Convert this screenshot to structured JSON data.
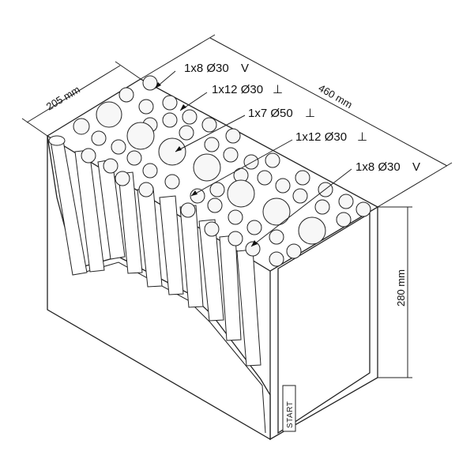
{
  "diagram": {
    "dimensions": {
      "width": "205 mm",
      "length": "460 mm",
      "height": "280 mm"
    },
    "callouts": [
      {
        "text": "1x8 Ø30",
        "angle_symbol": "V"
      },
      {
        "text": "1x12 Ø30",
        "angle_symbol": "⊥"
      },
      {
        "text": "1x7 Ø50",
        "angle_symbol": "⊥"
      },
      {
        "text": "1x12 Ø30",
        "angle_symbol": "⊥"
      },
      {
        "text": "1x8 Ø30",
        "angle_symbol": "V"
      }
    ],
    "box_label": "START"
  }
}
